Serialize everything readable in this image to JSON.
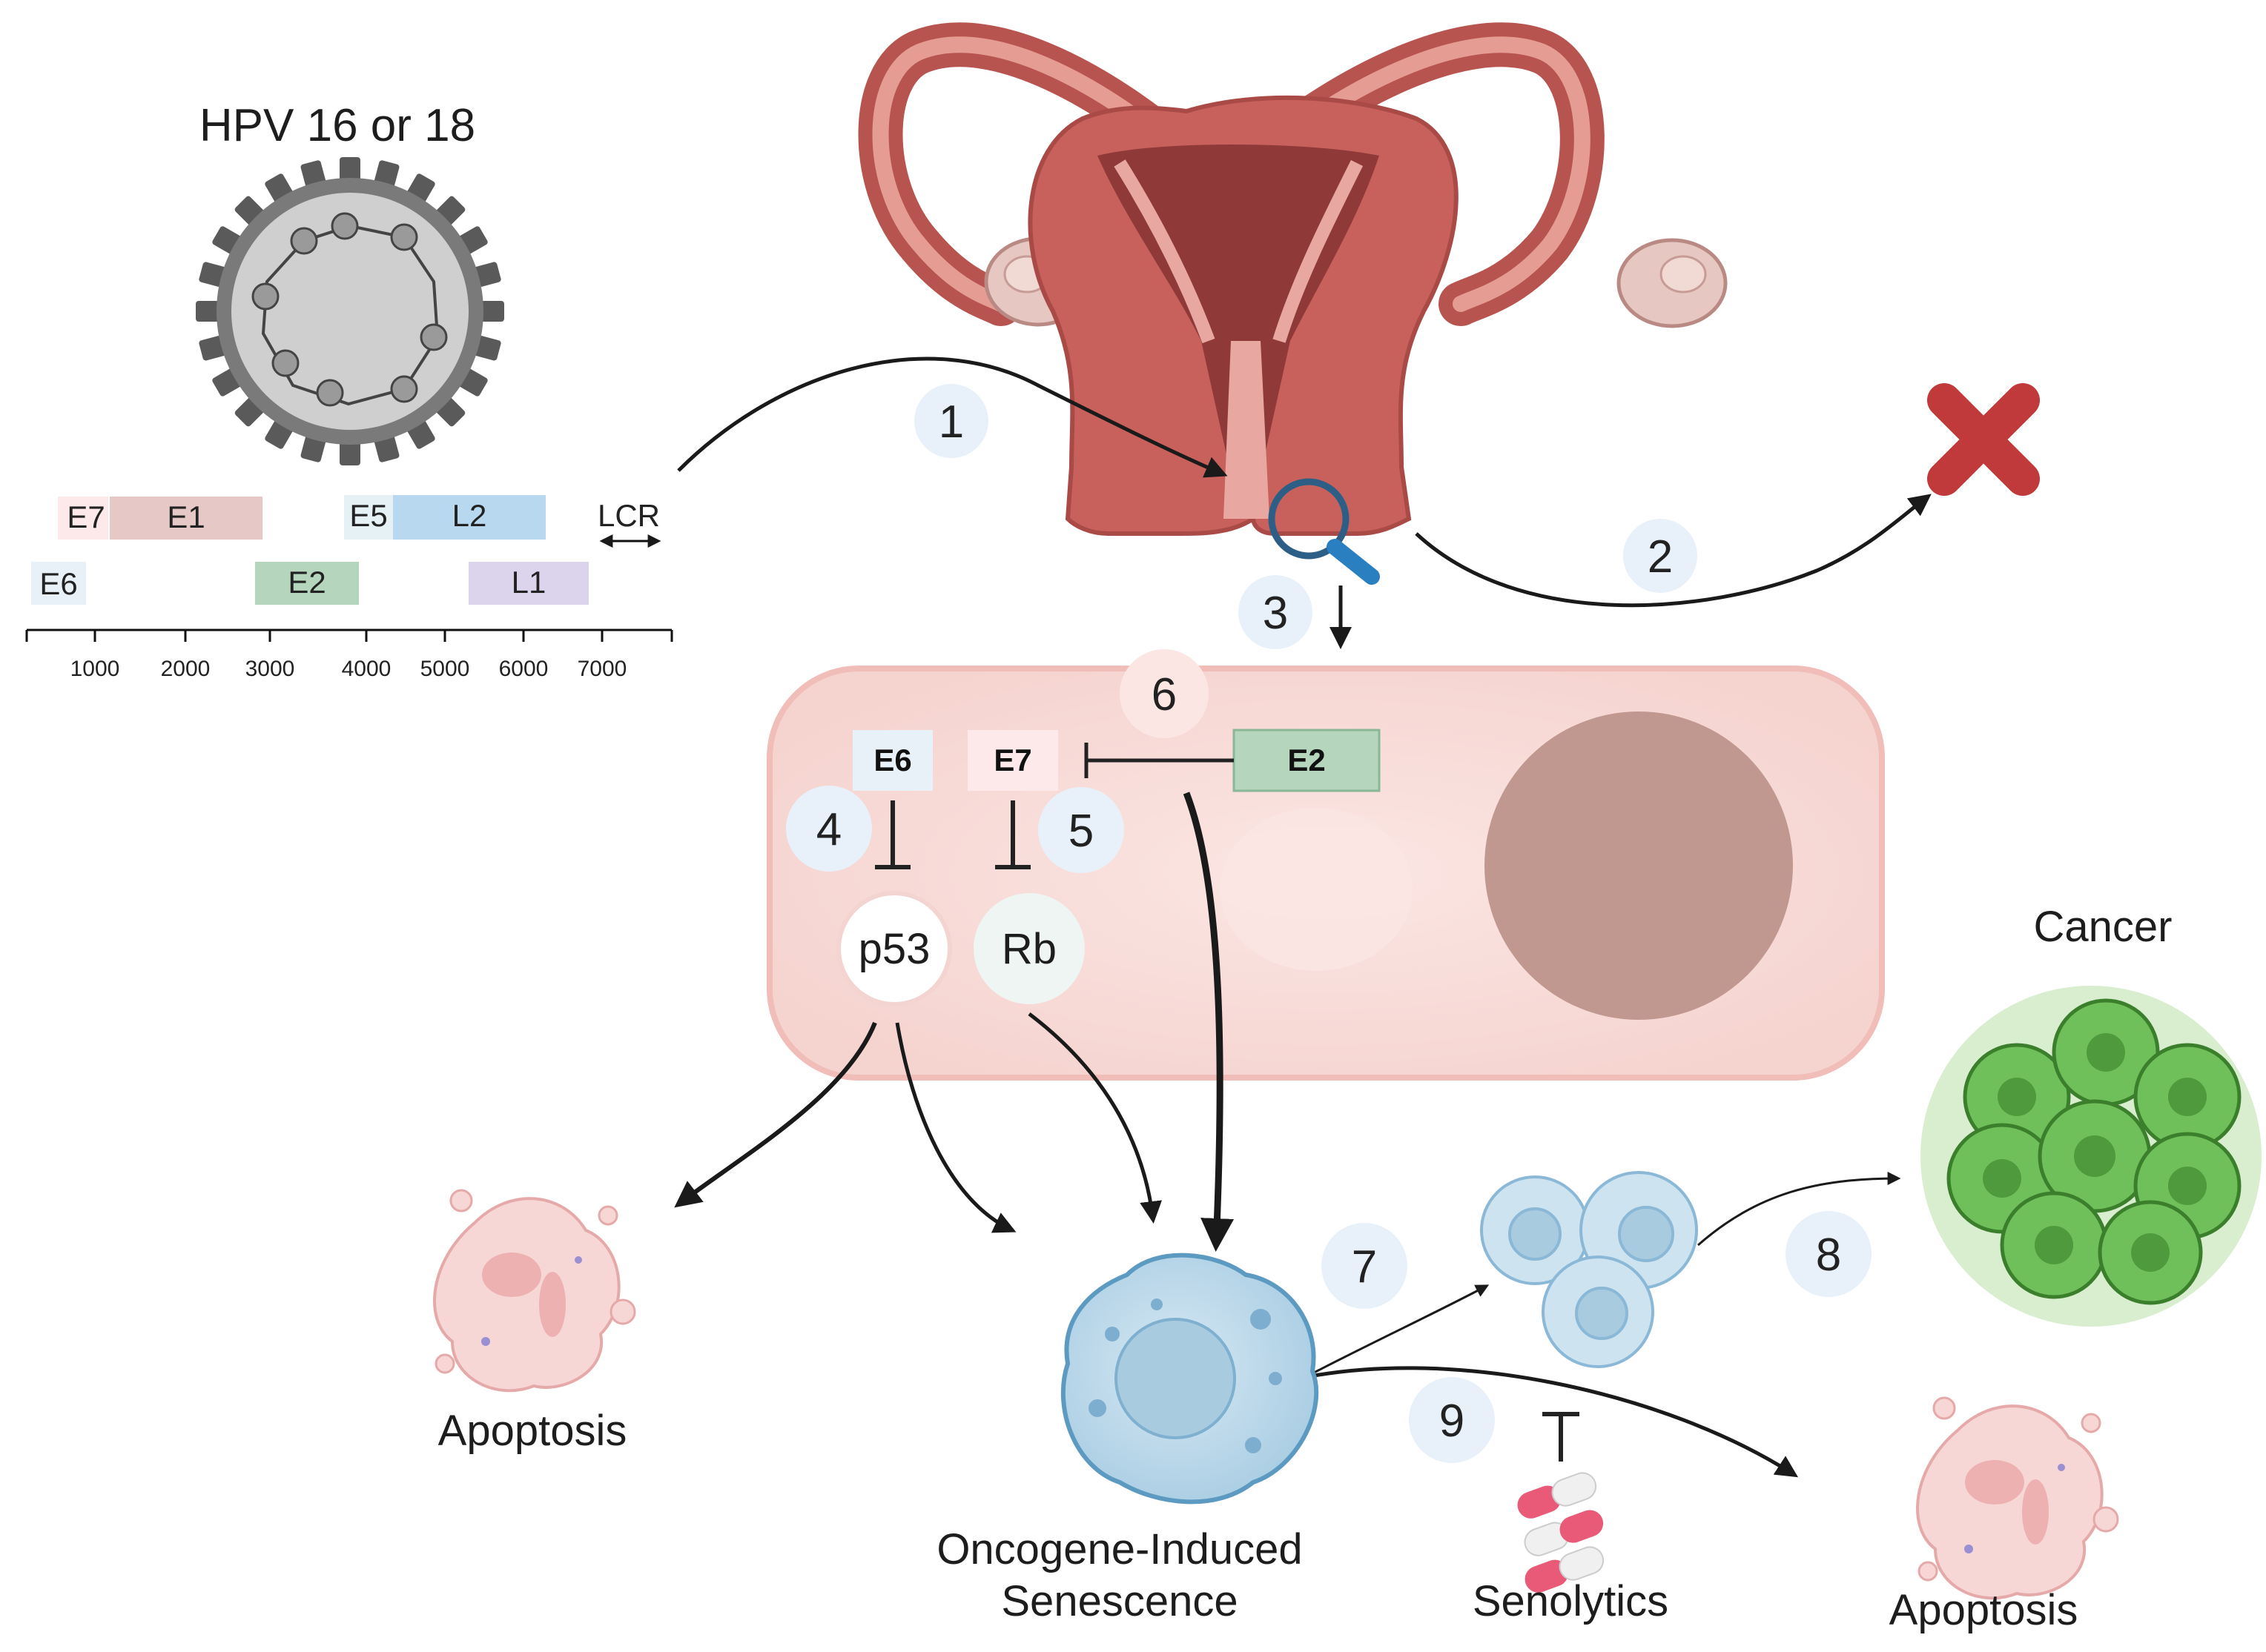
{
  "virus": {
    "title": "HPV 16 or 18",
    "genes": [
      {
        "label": "E7",
        "color": "#fde9ea"
      },
      {
        "label": "E1",
        "color": "#e6c9c6"
      },
      {
        "label": "E5",
        "color": "#e5f1f5"
      },
      {
        "label": "L2",
        "color": "#b8d8ef"
      },
      {
        "label": "E6",
        "color": "#e8f1f8"
      },
      {
        "label": "E2",
        "color": "#b5d5bc"
      },
      {
        "label": "L1",
        "color": "#dcd4ec"
      }
    ],
    "lcr_label": "LCR",
    "scale_ticks": [
      "1000",
      "2000",
      "3000",
      "4000",
      "5000",
      "6000",
      "7000"
    ]
  },
  "steps": [
    "1",
    "2",
    "3",
    "4",
    "5",
    "6",
    "7",
    "8",
    "9"
  ],
  "cell": {
    "proteins": {
      "e6": "E6",
      "e7": "E7",
      "e2": "E2"
    },
    "targets": {
      "p53": "p53",
      "rb": "Rb"
    }
  },
  "outcomes": {
    "apoptosis_left": "Apoptosis",
    "senescence_line1": "Oncogene-Induced",
    "senescence_line2": "Senescence",
    "senolytics": "Senolytics",
    "cancer": "Cancer",
    "apoptosis_right": "Apoptosis"
  },
  "colors": {
    "cell_fill": "#f8dedb",
    "cell_border": "#f0bdb8",
    "nucleus": "#c09890",
    "uterus": "#c8605c",
    "reject_x": "#c0393b",
    "magnifier": "#2a7fc0",
    "step_bubble": "#e8f1fa",
    "senescent_cell": "#b8d6e8",
    "cancer_green": "#6fbf5a",
    "apoptotic_pink": "#f7d6d6"
  },
  "icons": [
    "hpv-virion-icon",
    "uterus-icon",
    "magnifier-icon",
    "reject-x-icon",
    "pill-icon"
  ]
}
